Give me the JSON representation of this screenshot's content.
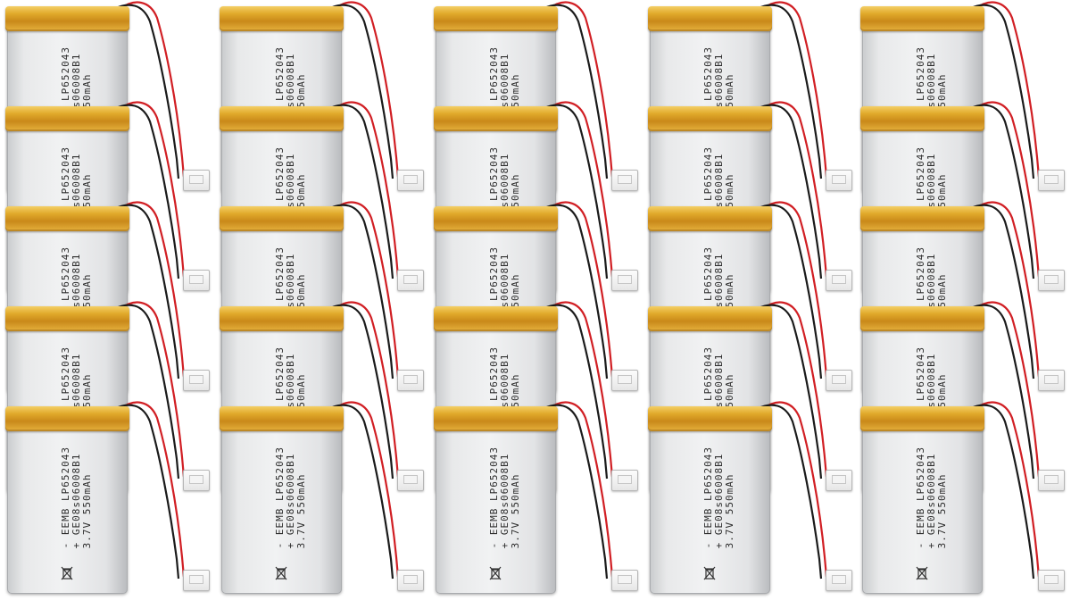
{
  "battery_label": {
    "line1": "- EEMB LP652043",
    "line2": "+ GE08s06008B1",
    "line3": "3.7V 550mAh"
  },
  "colors": {
    "tape": "#e0a92a",
    "cell_body": "#e8e9ea",
    "wire_red": "#d11f24",
    "wire_black": "#1b1b1b",
    "connector": "#f4f4f4"
  },
  "icons": {
    "disposal_mark": "crossed-out-bin-icon"
  }
}
